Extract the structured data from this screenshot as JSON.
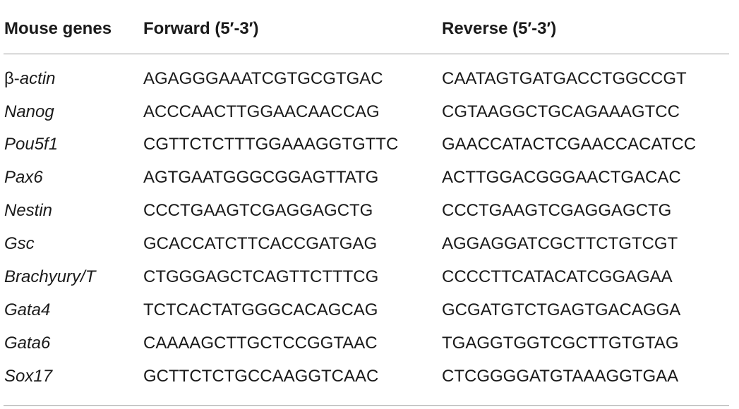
{
  "table": {
    "headers": {
      "gene": "Mouse genes",
      "forward": "Forward (5′-3′)",
      "reverse": "Reverse (5′-3′)"
    },
    "rows": [
      {
        "gene_prefix": "β-",
        "gene": "actin",
        "forward": "AGAGGGAAATCGTGCGTGAC",
        "reverse": "CAATAGTGATGACCTGGCCGT"
      },
      {
        "gene_prefix": "",
        "gene": "Nanog",
        "forward": "ACCCAACTTGGAACAACCAG",
        "reverse": "CGTAAGGCTGCAGAAAGTCC"
      },
      {
        "gene_prefix": "",
        "gene": "Pou5f1",
        "forward": "CGTTCTCTTTGGAAAGGTGTTC",
        "reverse": "GAACCATACTCGAACCACATCC"
      },
      {
        "gene_prefix": "",
        "gene": "Pax6",
        "forward": "AGTGAATGGGCGGAGTTATG",
        "reverse": "ACTTGGACGGGAACTGACAC"
      },
      {
        "gene_prefix": "",
        "gene": "Nestin",
        "forward": "CCCTGAAGTCGAGGAGCTG",
        "reverse": "CCCTGAAGTCGAGGAGCTG"
      },
      {
        "gene_prefix": "",
        "gene": "Gsc",
        "forward": "GCACCATCTTCACCGATGAG",
        "reverse": "AGGAGGATCGCTTCTGTCGT"
      },
      {
        "gene_prefix": "",
        "gene": "Brachyury/T",
        "forward": "CTGGGAGCTCAGTTCTTTCG",
        "reverse": "CCCCTTCATACATCGGAGAA"
      },
      {
        "gene_prefix": "",
        "gene": "Gata4",
        "forward": "TCTCACTATGGGCACAGCAG",
        "reverse": "GCGATGTCTGAGTGACAGGA"
      },
      {
        "gene_prefix": "",
        "gene": "Gata6",
        "forward": "CAAAAGCTTGCTCCGGTAAC",
        "reverse": "TGAGGTGGTCGCTTGTGTAG"
      },
      {
        "gene_prefix": "",
        "gene": "Sox17",
        "forward": "GCTTCTCTGCCAAGGTCAAC",
        "reverse": "CTCGGGGATGTAAAGGTGAA"
      }
    ]
  }
}
